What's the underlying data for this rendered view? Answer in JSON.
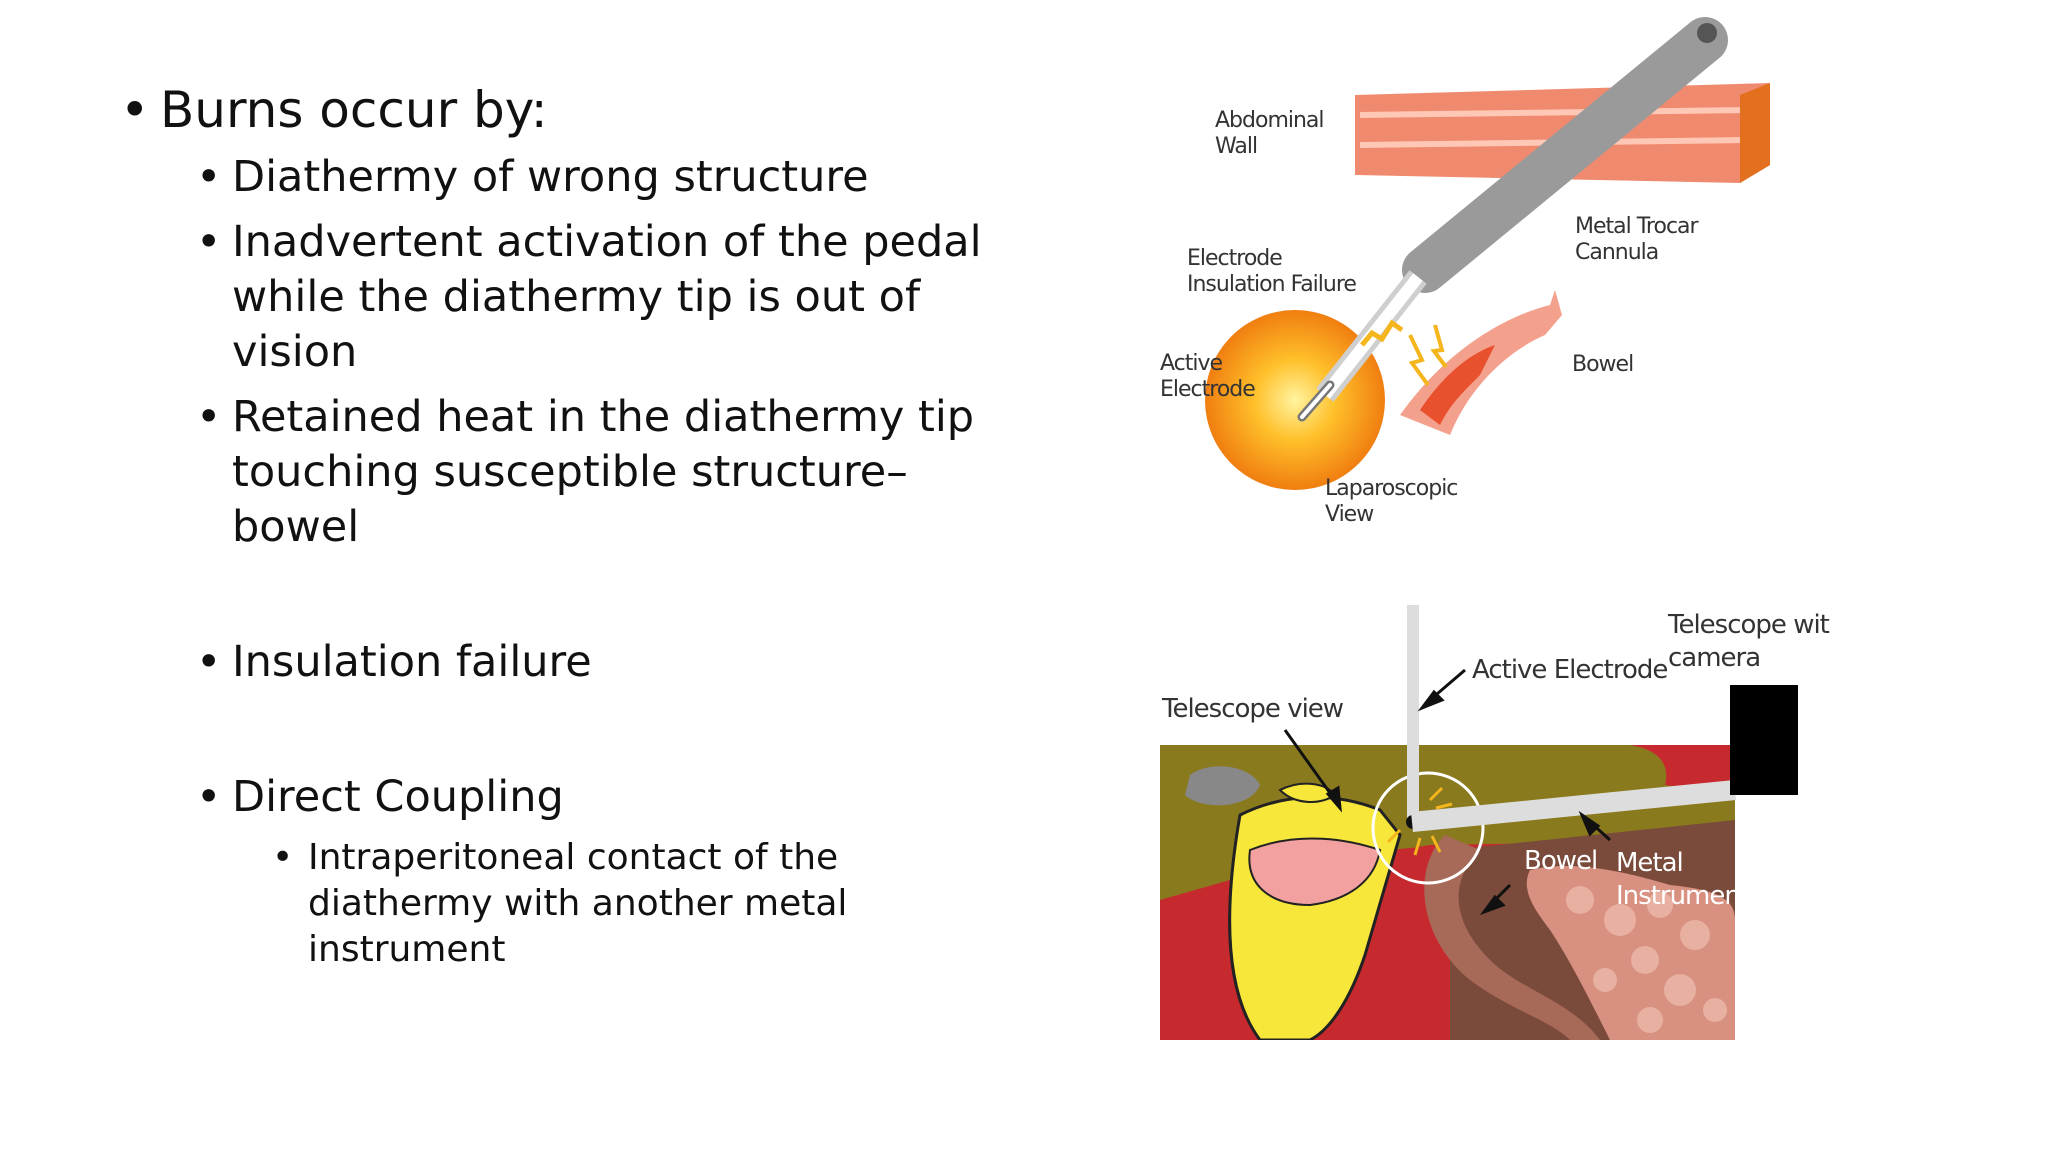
{
  "slide": {
    "bullets": {
      "heading": "Burns occur by:",
      "items": [
        "Diathermy of wrong structure",
        "Inadvertent activation of the pedal while the diathermy tip is out of vision",
        "Retained heat in the diathermy tip touching susceptible structure– bowel",
        "Insulation failure",
        "Direct Coupling"
      ],
      "sub_item": "Intraperitoneal contact of the diathermy with another metal instrument"
    },
    "figure_top": {
      "labels": {
        "abdominal_wall_1": "Abdominal",
        "abdominal_wall_2": "Wall",
        "trocar_1": "Metal Trocar",
        "trocar_2": "Cannula",
        "insulation_1": "Electrode",
        "insulation_2": "Insulation Failure",
        "active_1": "Active",
        "active_2": "Electrode",
        "bowel": "Bowel",
        "lap_view_1": "Laparoscopic",
        "lap_view_2": "View"
      }
    },
    "figure_bottom": {
      "labels": {
        "telescope_camera_1": "Telescope with",
        "telescope_camera_2": "camera",
        "active_electrode": "Active Electrode",
        "telescope_view": "Telescope view",
        "bowel": "Bowel",
        "metal_1": "Metal",
        "metal_2": "Instrument"
      }
    },
    "colors": {
      "abdominal_wall": "#f08a6e",
      "trocar_grey": "#9a9a9a",
      "glow_orange": "#f7a21b",
      "bowel_pink": "#f3a08c",
      "olive": "#8a7a1e",
      "red_tissue": "#c62a2e",
      "brown_tissue": "#7a4a3a",
      "yellow_tissue": "#f6e73a"
    }
  }
}
